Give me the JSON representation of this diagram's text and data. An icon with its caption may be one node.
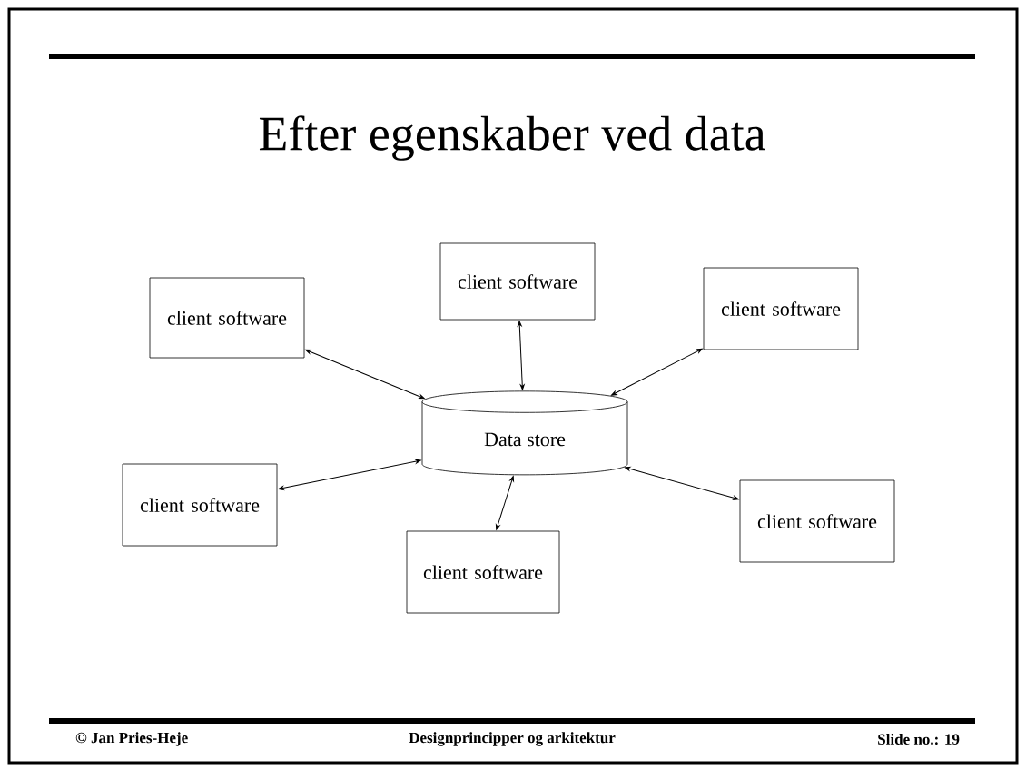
{
  "diagram": {
    "title": "Efter egenskaber ved data",
    "nodes": [
      {
        "text": [
          "client software"
        ]
      },
      {
        "text": [
          "client software"
        ]
      },
      {
        "text": [
          "client software"
        ]
      },
      {
        "text": [
          "Data store"
        ]
      },
      {
        "text": [
          "client software"
        ]
      },
      {
        "text": [
          "client software"
        ]
      },
      {
        "text": [
          "client software"
        ]
      }
    ],
    "edges": [
      {
        "from": 3,
        "to": 0,
        "arrow": "both"
      },
      {
        "from": 3,
        "to": 1,
        "arrow": "both"
      },
      {
        "from": 3,
        "to": 2,
        "arrow": "both"
      },
      {
        "from": 3,
        "to": 4,
        "arrow": "both"
      },
      {
        "from": 3,
        "to": 5,
        "arrow": "both"
      },
      {
        "from": 3,
        "to": 6,
        "arrow": "both"
      }
    ],
    "labels": [
      "© Jan Pries-Heje",
      "Designprincipper og arkitektur",
      "Slide no.: 19"
    ]
  }
}
